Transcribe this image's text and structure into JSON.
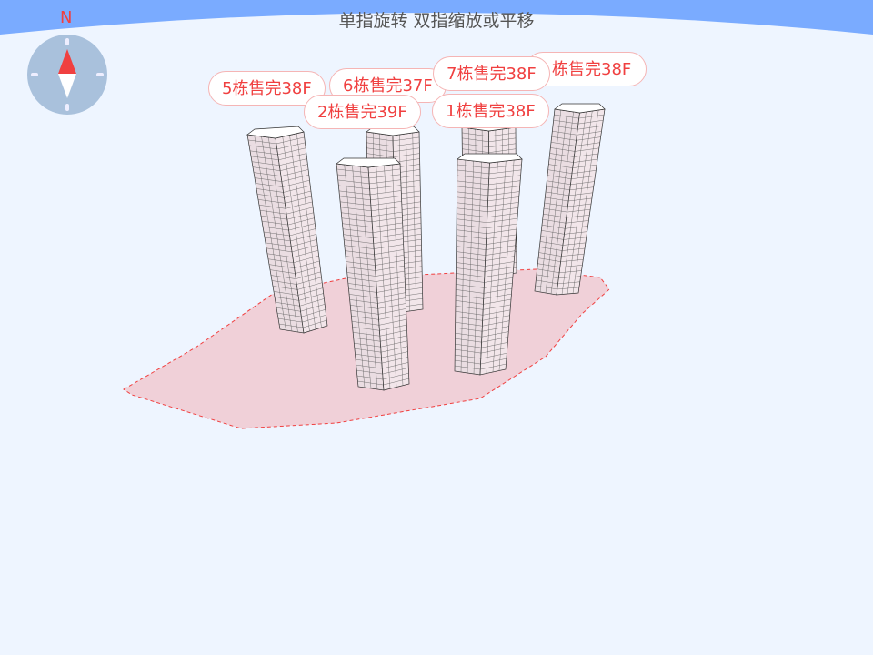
{
  "hint": "单指旋转 双指缩放或平移",
  "compass": {
    "north_label": "N"
  },
  "labels": [
    {
      "id": "b4",
      "text": "栋售完38F"
    },
    {
      "id": "b5",
      "text": "5栋售完38F"
    },
    {
      "id": "b6",
      "text": "6栋售完37F"
    },
    {
      "id": "b7",
      "text": "7栋售完38F"
    },
    {
      "id": "b2",
      "text": "2栋售完39F"
    },
    {
      "id": "b1",
      "text": "1栋售完38F"
    }
  ],
  "colors": {
    "sky": "#7aabff",
    "ground": "#eef5ff",
    "site": "#f0d0d8",
    "site_border": "#f04040",
    "label_text": "#f04040"
  }
}
